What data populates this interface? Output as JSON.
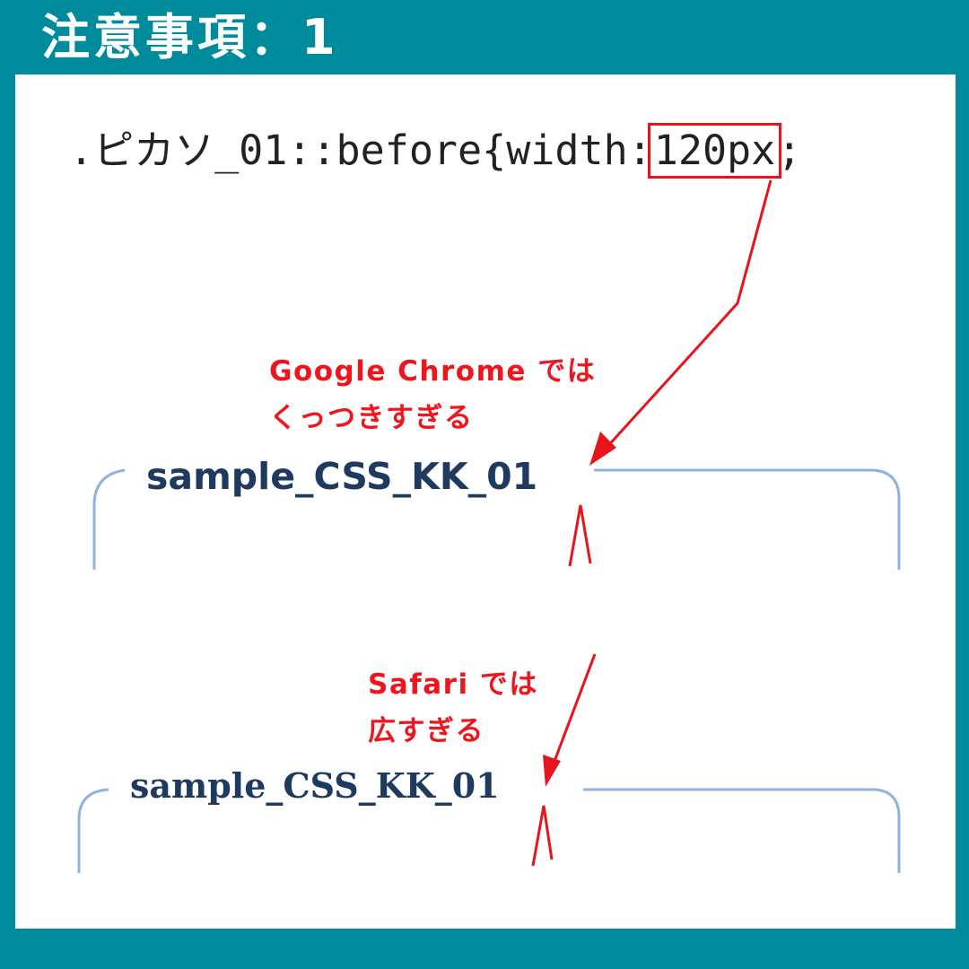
{
  "title": "注意事項：1",
  "code": {
    "prefix": ".ピカソ_01::before{width:",
    "highlight": "120px",
    "suffix": ";"
  },
  "chrome_note": {
    "line1": "Google Chrome では",
    "line2": "くっつきすぎる"
  },
  "safari_note": {
    "line1": "Safari では",
    "line2": "広すぎる"
  },
  "sample_chrome": "sample_CSS_KK_01",
  "sample_safari": "sample_CSS_KK_01",
  "colors": {
    "background": "#008b9c",
    "panel": "#ffffff",
    "accent_red": "#e8141c",
    "sample_text": "#1f3a5f",
    "frame_line": "#8fb3df"
  }
}
